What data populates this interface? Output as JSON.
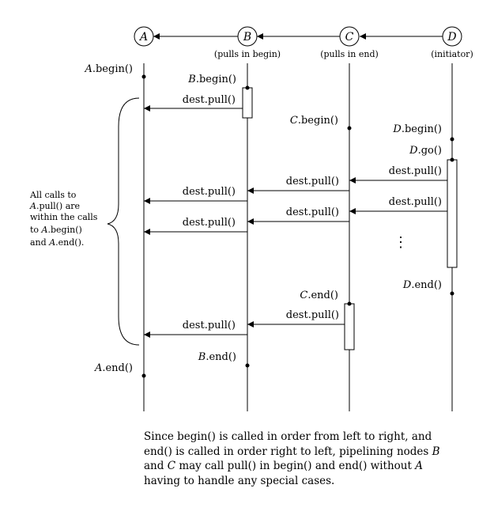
{
  "nodes": [
    {
      "id": "A",
      "letter": "A",
      "sub": ""
    },
    {
      "id": "B",
      "letter": "B",
      "sub": "(pulls in begin)"
    },
    {
      "id": "C",
      "letter": "C",
      "sub": "(pulls in end)"
    },
    {
      "id": "D",
      "letter": "D",
      "sub": "(initiator)"
    }
  ],
  "events": {
    "a_begin": {
      "obj": "A",
      "method": ".begin()"
    },
    "b_begin": {
      "obj": "B",
      "method": ".begin()"
    },
    "c_begin": {
      "obj": "C",
      "method": ".begin()"
    },
    "d_begin": {
      "obj": "D",
      "method": ".begin()"
    },
    "d_go": {
      "obj": "D",
      "method": ".go()"
    },
    "d_end": {
      "obj": "D",
      "method": ".end()"
    },
    "c_end": {
      "obj": "C",
      "method": ".end()"
    },
    "b_end": {
      "obj": "B",
      "method": ".end()"
    },
    "a_end": {
      "obj": "A",
      "method": ".end()"
    }
  },
  "pull_label": "dest.pull()",
  "ellipsis": "⋮",
  "brace_note": {
    "line1": "All calls to",
    "line2_obj": "A",
    "line2_rest": ".pull() are",
    "line3": "within the calls",
    "line4_pre": "to ",
    "line4_obj": "A",
    "line4_rest": ".begin()",
    "line5_pre": "and ",
    "line5_obj": "A",
    "line5_rest": ".end()."
  },
  "caption": {
    "l1": "Since begin() is called in order from left to right, and",
    "l2_a": "end() is called in order right to left, pipelining nodes ",
    "l2_b": "B",
    "l3_a": "and ",
    "l3_b": "C",
    "l3_c": " may call pull() in begin() and end() without ",
    "l3_d": "A",
    "l4": "having to handle any special cases."
  }
}
